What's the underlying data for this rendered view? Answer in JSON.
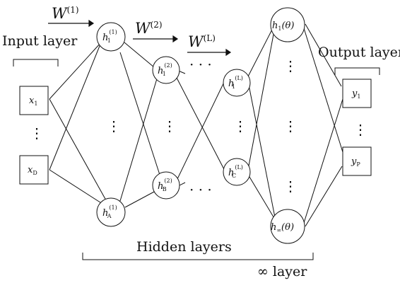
{
  "labels": {
    "input_layer": "Input layer",
    "output_layer": "Output layer",
    "hidden_layers": "Hidden layers",
    "infinity_layer": "∞ layer"
  },
  "weights": {
    "w1": {
      "base": "W",
      "sup": "(1)"
    },
    "w2": {
      "base": "W",
      "sup": "(2)"
    },
    "wL": {
      "base": "W",
      "sup": "(L)"
    }
  },
  "nodes": {
    "x1": {
      "base": "x",
      "sub": "1"
    },
    "xD": {
      "base": "x",
      "sub": "D"
    },
    "h1_1": {
      "base": "h",
      "sup": "(1)",
      "sub": "1"
    },
    "hA_1": {
      "base": "h",
      "sup": "(1)",
      "sub": "A"
    },
    "h1_2": {
      "base": "h",
      "sup": "(2)",
      "sub": "1"
    },
    "hB_2": {
      "base": "h",
      "sup": "(2)",
      "sub": "B"
    },
    "h1_L": {
      "base": "h",
      "sup": "(L)",
      "sub": "1"
    },
    "hC_L": {
      "base": "h",
      "sup": "(L)",
      "sub": "C"
    },
    "h1_theta": {
      "base": "h",
      "sub": "1",
      "tail": "(θ)"
    },
    "hinf_theta": {
      "base": "h",
      "sub": "∞",
      "tail": "(θ)"
    },
    "y1": {
      "base": "y",
      "sub": "1"
    },
    "yP": {
      "base": "y",
      "sub": "P"
    }
  },
  "ellipsis": {
    "vertical": "⋮",
    "horizontal": "· · ·"
  }
}
